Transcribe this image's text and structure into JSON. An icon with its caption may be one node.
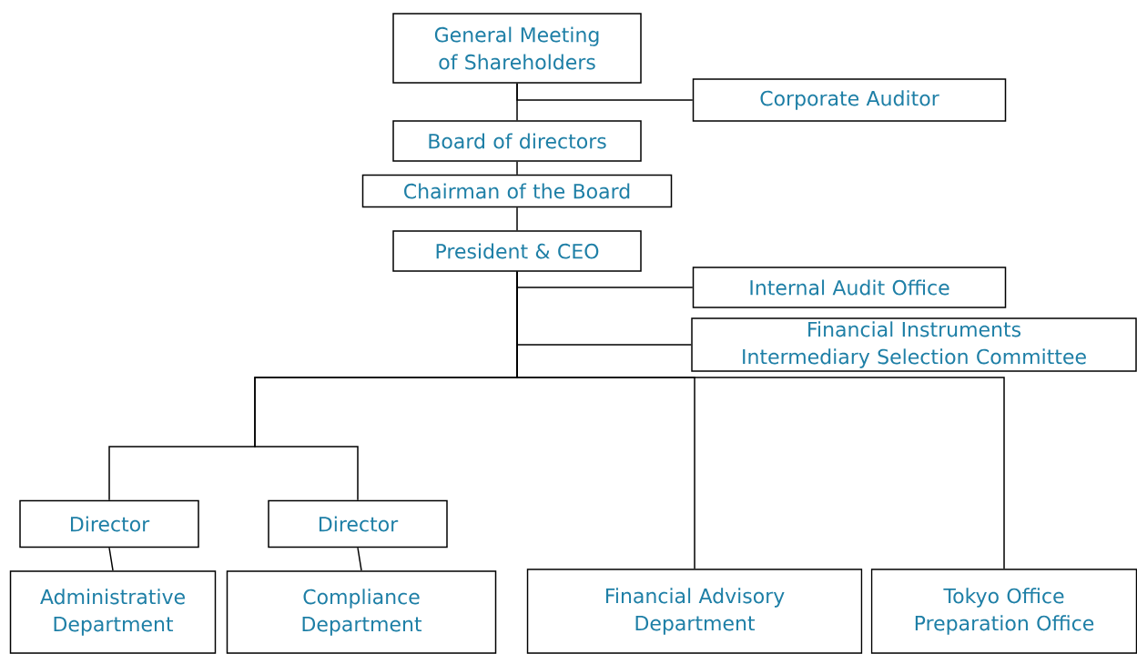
{
  "diagram": {
    "nodes": [
      {
        "text": [
          "General Meeting of Shareholders"
        ]
      },
      {
        "text": [
          "Corporate Auditor"
        ]
      },
      {
        "text": [
          "Board of directors"
        ]
      },
      {
        "text": [
          "Chairman of the Board"
        ]
      },
      {
        "text": [
          "President & CEO"
        ]
      },
      {
        "text": [
          "Internal Audit Office"
        ]
      },
      {
        "text": [
          "Financial Instruments Intermediary Selection Committee"
        ]
      },
      {
        "text": [
          "Director"
        ]
      },
      {
        "text": [
          "Director"
        ]
      },
      {
        "text": [
          "Administrative Department"
        ]
      },
      {
        "text": [
          "Compliance Department"
        ]
      },
      {
        "text": [
          "Financial Advisory Department"
        ]
      },
      {
        "text": [
          "Tokyo Office Preparation Office"
        ]
      }
    ],
    "edges": [
      {
        "from": 0,
        "to": 2,
        "arrow": "none"
      },
      {
        "from": 0,
        "to": 1,
        "arrow": "none"
      },
      {
        "from": 2,
        "to": 3,
        "arrow": "none"
      },
      {
        "from": 3,
        "to": 4,
        "arrow": "none"
      },
      {
        "from": 4,
        "to": 5,
        "arrow": "none"
      },
      {
        "from": 4,
        "to": 6,
        "arrow": "none"
      },
      {
        "from": 4,
        "to": 7,
        "arrow": "none"
      },
      {
        "from": 4,
        "to": 8,
        "arrow": "none"
      },
      {
        "from": 4,
        "to": 11,
        "arrow": "none"
      },
      {
        "from": 4,
        "to": 12,
        "arrow": "none"
      },
      {
        "from": 7,
        "to": 9,
        "arrow": "none"
      },
      {
        "from": 8,
        "to": 10,
        "arrow": "none"
      }
    ]
  }
}
